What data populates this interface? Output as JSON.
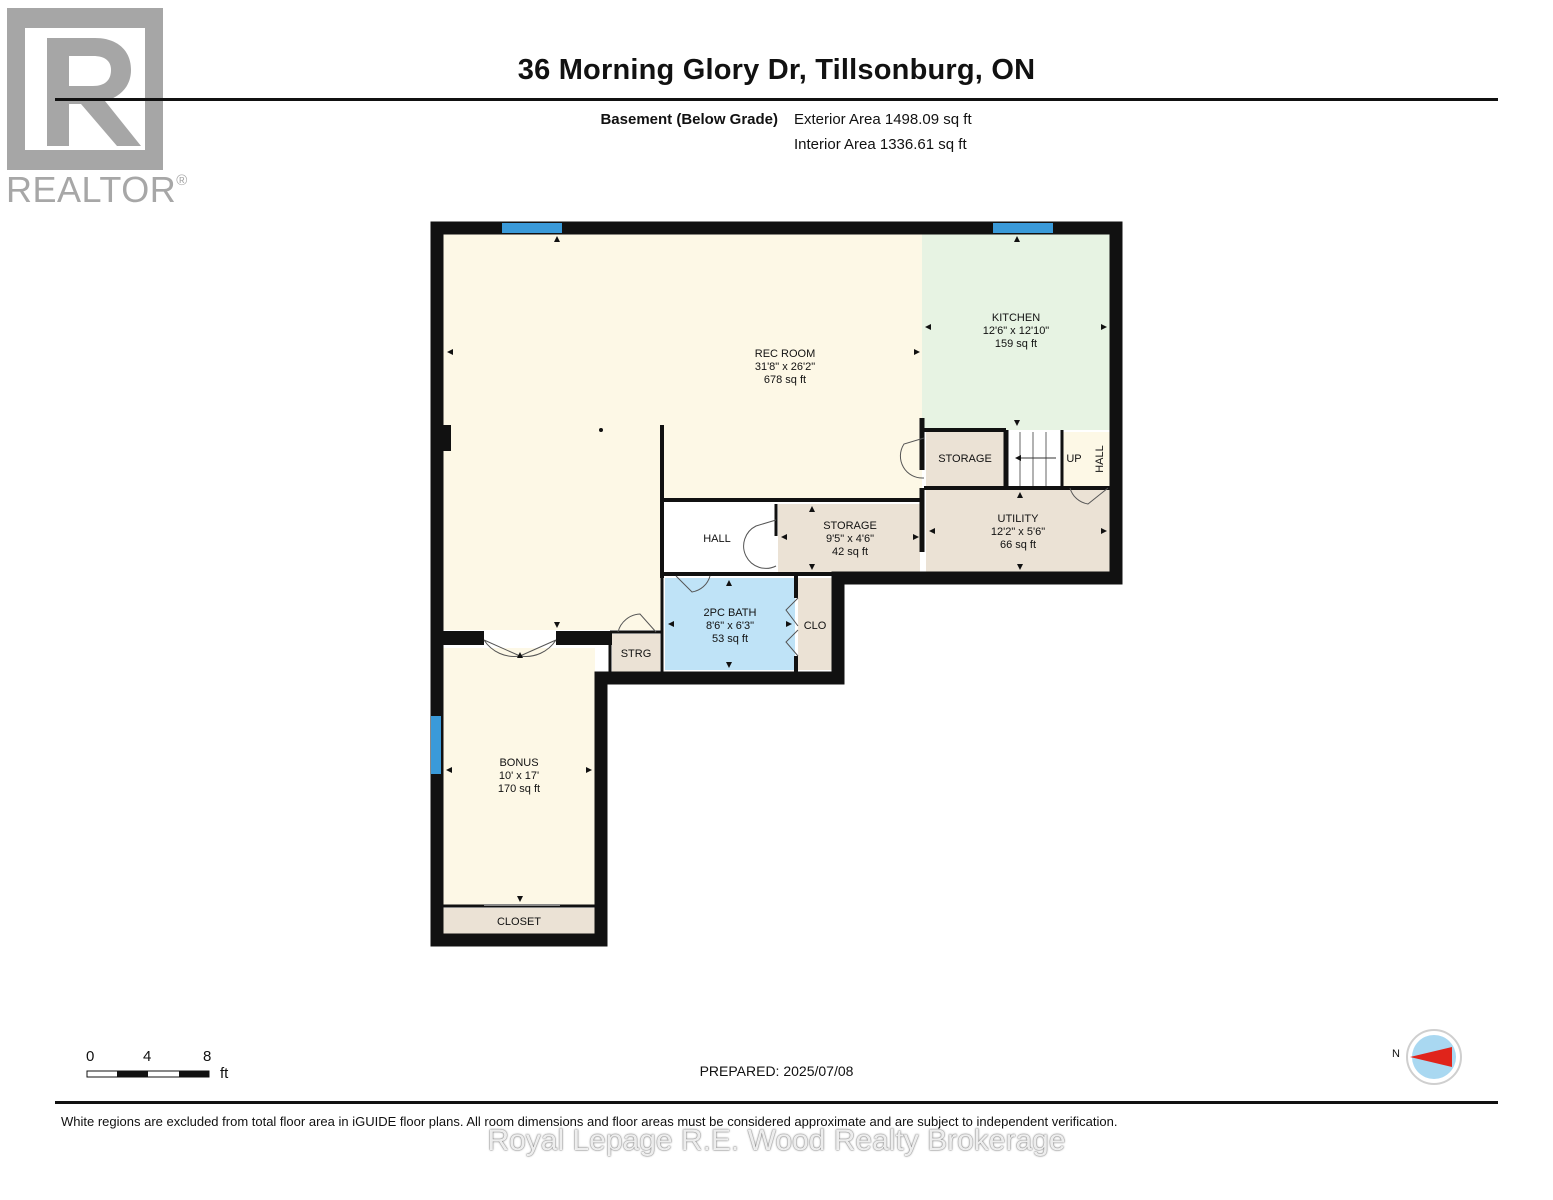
{
  "header": {
    "title": "36 Morning Glory Dr, Tillsonburg, ON",
    "level": "Basement (Below Grade)",
    "exterior_area": "Exterior Area 1498.09 sq ft",
    "interior_area": "Interior Area 1336.61 sq ft"
  },
  "logo": {
    "text": "REALTOR",
    "mark": "®"
  },
  "rooms": {
    "rec_room": {
      "name": "REC ROOM",
      "dims": "31'8\" x 26'2\"",
      "area": "678 sq ft"
    },
    "kitchen": {
      "name": "KITCHEN",
      "dims": "12'6\" x 12'10\"",
      "area": "159 sq ft"
    },
    "storage_upper": {
      "name": "STORAGE"
    },
    "up": {
      "name": "UP"
    },
    "hall_vertical": {
      "name": "HALL"
    },
    "hall": {
      "name": "HALL"
    },
    "storage": {
      "name": "STORAGE",
      "dims": "9'5\" x 4'6\"",
      "area": "42 sq ft"
    },
    "utility": {
      "name": "UTILITY",
      "dims": "12'2\" x 5'6\"",
      "area": "66 sq ft"
    },
    "bath": {
      "name": "2PC BATH",
      "dims": "8'6\" x 6'3\"",
      "area": "53 sq ft"
    },
    "clo": {
      "name": "CLO"
    },
    "strg": {
      "name": "STRG"
    },
    "bonus": {
      "name": "BONUS",
      "dims": "10' x 17'",
      "area": "170 sq ft"
    },
    "closet": {
      "name": "CLOSET"
    }
  },
  "colors": {
    "wall": "#111111",
    "living": "#fdf8e6",
    "kitchen": "#e7f3e3",
    "bath": "#bfe3f7",
    "utility": "#ebe2d5",
    "window": "#3a9ad9"
  },
  "scale": {
    "labels": [
      "0",
      "4",
      "8"
    ],
    "unit": "ft"
  },
  "compass": {
    "label": "N",
    "icon": "compass-icon"
  },
  "footer": {
    "prepared": "PREPARED: 2025/07/08",
    "disclaimer": "White regions are excluded from total floor area in iGUIDE floor plans. All room dimensions and floor areas must be considered approximate and are subject to independent verification.",
    "watermark": "Royal Lepage R.E. Wood Realty Brokerage"
  }
}
